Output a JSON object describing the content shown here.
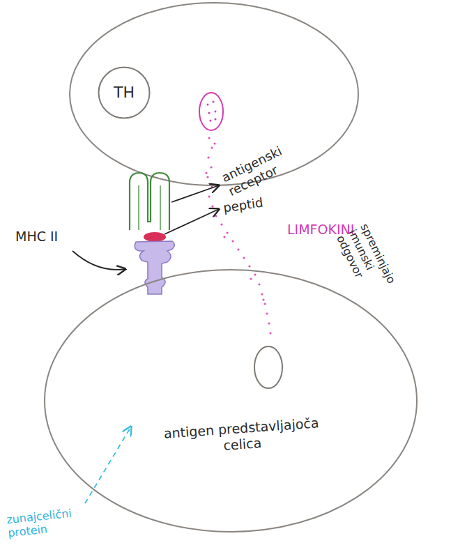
{
  "diagram": {
    "nodes": [
      {
        "text": [
          "TH"
        ]
      },
      {
        "text": [
          "antigen predstavljajoča celica"
        ]
      }
    ],
    "labels": [
      "antigenski receptor",
      "peptid",
      "MHC II",
      "LIMFOKINI",
      "spreminjajo imunski odgovor",
      "zunajcelični protein"
    ]
  }
}
